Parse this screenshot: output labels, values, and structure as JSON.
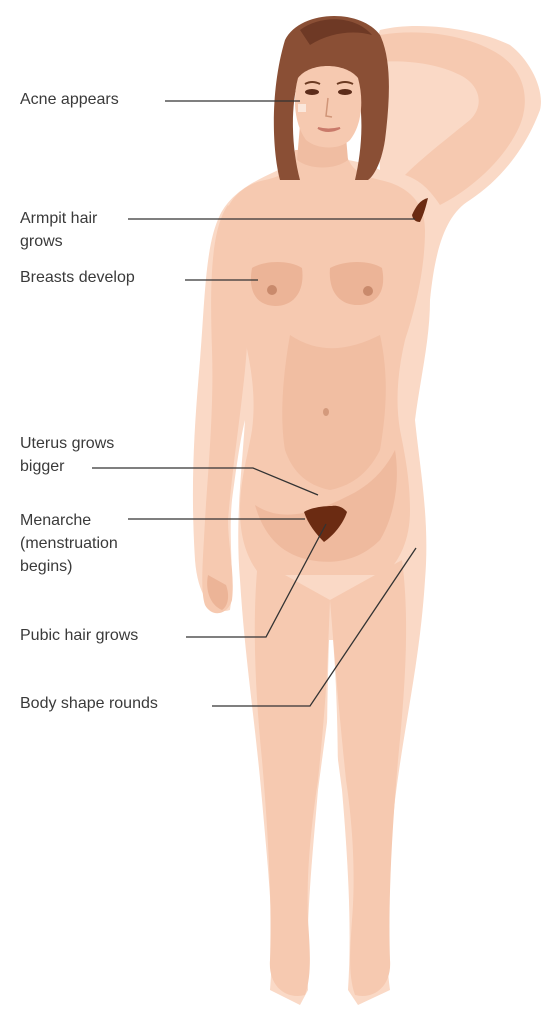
{
  "labels": {
    "acne": [
      "Acne appears"
    ],
    "armpit": [
      "Armpit hair",
      "grows"
    ],
    "breasts": [
      "Breasts develop"
    ],
    "uterus": [
      "Uterus grows",
      "bigger"
    ],
    "menarche": [
      "Menarche",
      "(menstruation",
      "begins)"
    ],
    "pubic": [
      "Pubic hair grows"
    ],
    "body": [
      "Body shape rounds"
    ]
  },
  "colors": {
    "skin": "#f6c9b0",
    "skin_shadow": "#ecb497",
    "skin_light": "#fad9c6",
    "hair": "#8a4f35",
    "hair_dark": "#5c2c1a",
    "body_hair": "#6b2b12",
    "leader_line": "#333333",
    "label_text": "#3a3a3a"
  }
}
